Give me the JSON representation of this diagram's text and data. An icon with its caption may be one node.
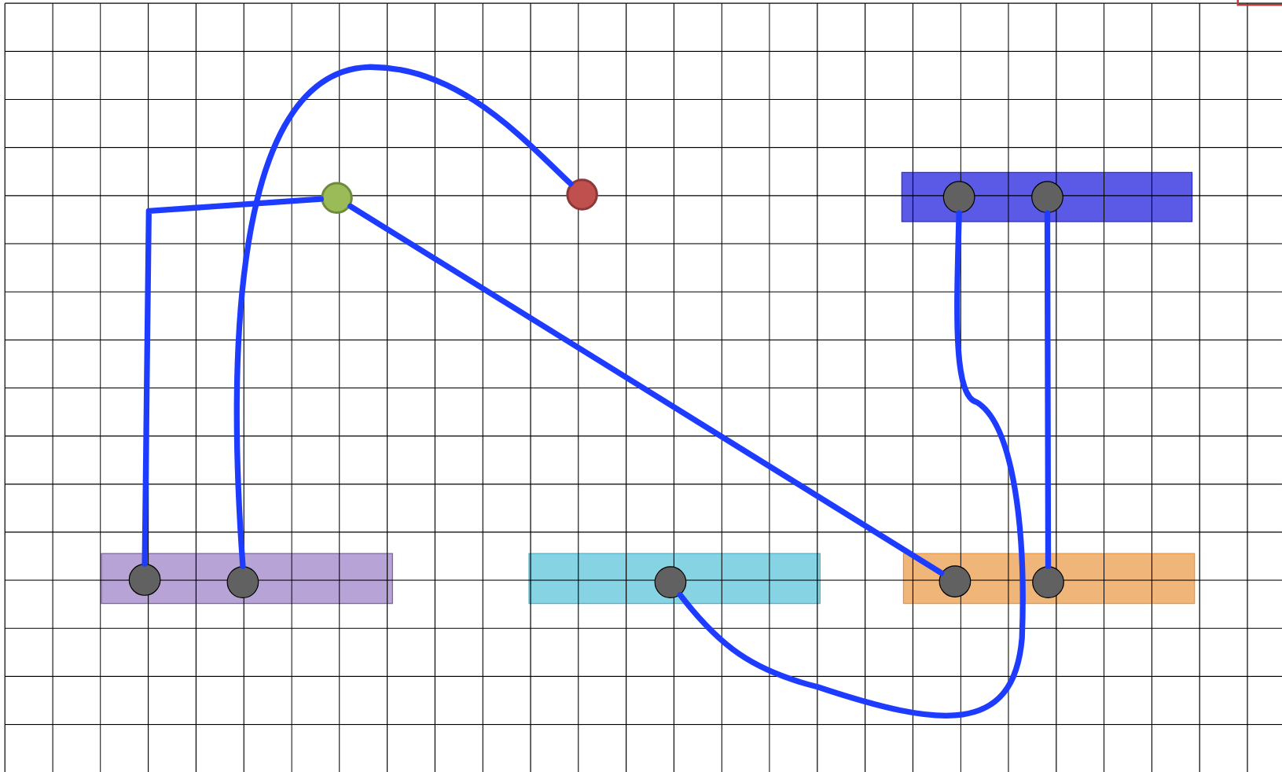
{
  "diagram": {
    "nodes": [
      {
        "text": [],
        "shape": "bar"
      },
      {
        "text": [],
        "shape": "bar"
      },
      {
        "text": [],
        "shape": "bar"
      },
      {
        "text": [],
        "shape": "bar"
      },
      {
        "text": [],
        "shape": "circle",
        "in": 0
      },
      {
        "text": [],
        "shape": "circle",
        "in": 0
      },
      {
        "text": [],
        "shape": "circle",
        "in": 1
      },
      {
        "text": [],
        "shape": "circle",
        "in": 2
      },
      {
        "text": [],
        "shape": "circle",
        "in": 2
      },
      {
        "text": [],
        "shape": "circle",
        "in": 3
      },
      {
        "text": [],
        "shape": "circle",
        "in": 3
      },
      {
        "text": [],
        "shape": "circle"
      },
      {
        "text": [],
        "shape": "circle"
      }
    ],
    "edges": [
      {
        "from": 4,
        "to": 11,
        "arrow": "none"
      },
      {
        "from": 5,
        "to": 12,
        "arrow": "none"
      },
      {
        "from": 11,
        "to": 7,
        "arrow": "none"
      },
      {
        "from": 6,
        "to": 9,
        "arrow": "none"
      },
      {
        "from": 8,
        "to": 10,
        "arrow": "none"
      }
    ]
  }
}
